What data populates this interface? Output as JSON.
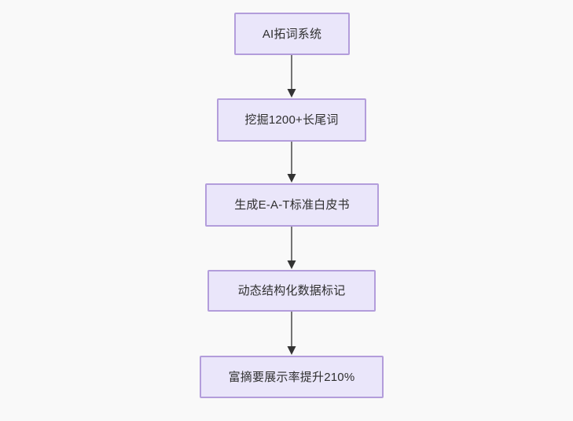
{
  "diagram": {
    "type": "flowchart",
    "orientation": "top-to-bottom",
    "background_color": "#f9f9f9",
    "node_fill_color": "#eae6fa",
    "node_border_color": "#b39ddb",
    "node_text_color": "#2f2f2f",
    "edge_color": "#757575",
    "arrowhead_color": "#333333",
    "nodes": [
      {
        "id": "n1",
        "label": "AI拓词系统"
      },
      {
        "id": "n2",
        "label": "挖掘1200+长尾词"
      },
      {
        "id": "n3",
        "label": "生成E-A-T标准白皮书"
      },
      {
        "id": "n4",
        "label": "动态结构化数据标记"
      },
      {
        "id": "n5",
        "label": "富摘要展示率提升210%"
      }
    ],
    "edges": [
      {
        "from": "n1",
        "to": "n2",
        "label": ""
      },
      {
        "from": "n2",
        "to": "n3",
        "label": ""
      },
      {
        "from": "n3",
        "to": "n4",
        "label": ""
      },
      {
        "from": "n4",
        "to": "n5",
        "label": ""
      }
    ]
  }
}
